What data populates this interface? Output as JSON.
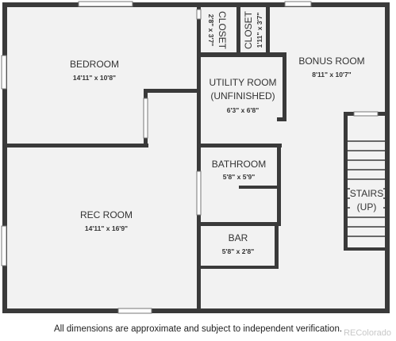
{
  "rooms": {
    "bedroom": {
      "name": "BEDROOM",
      "dims": "14'11\" x 10'8\""
    },
    "rec_room": {
      "name": "REC ROOM",
      "dims": "14'11\" x 16'9\""
    },
    "utility": {
      "name_line1": "UTILITY ROOM",
      "name_line2": "(UNFINISHED)",
      "dims": "6'3\" x 6'8\""
    },
    "closet_1": {
      "name": "CLOSET",
      "dims": "2'8\" x 3'7\""
    },
    "closet_2": {
      "name": "CLOSET",
      "dims": "1'11\" x 3'7\""
    },
    "bonus_room": {
      "name": "BONUS ROOM",
      "dims": "8'11\" x 10'7\""
    },
    "bathroom": {
      "name": "BATHROOM",
      "dims": "5'8\" x 5'9\""
    },
    "bar": {
      "name": "BAR",
      "dims": "5'8\" x 2'8\""
    },
    "stairs": {
      "name_line1": "STAIRS",
      "name_line2": "(UP)"
    }
  },
  "footer": "All dimensions are approximate and subject to independent verification.",
  "watermark": "REColorado",
  "colors": {
    "wall": "#3a3a3a",
    "floor": "#f2f2f2"
  }
}
